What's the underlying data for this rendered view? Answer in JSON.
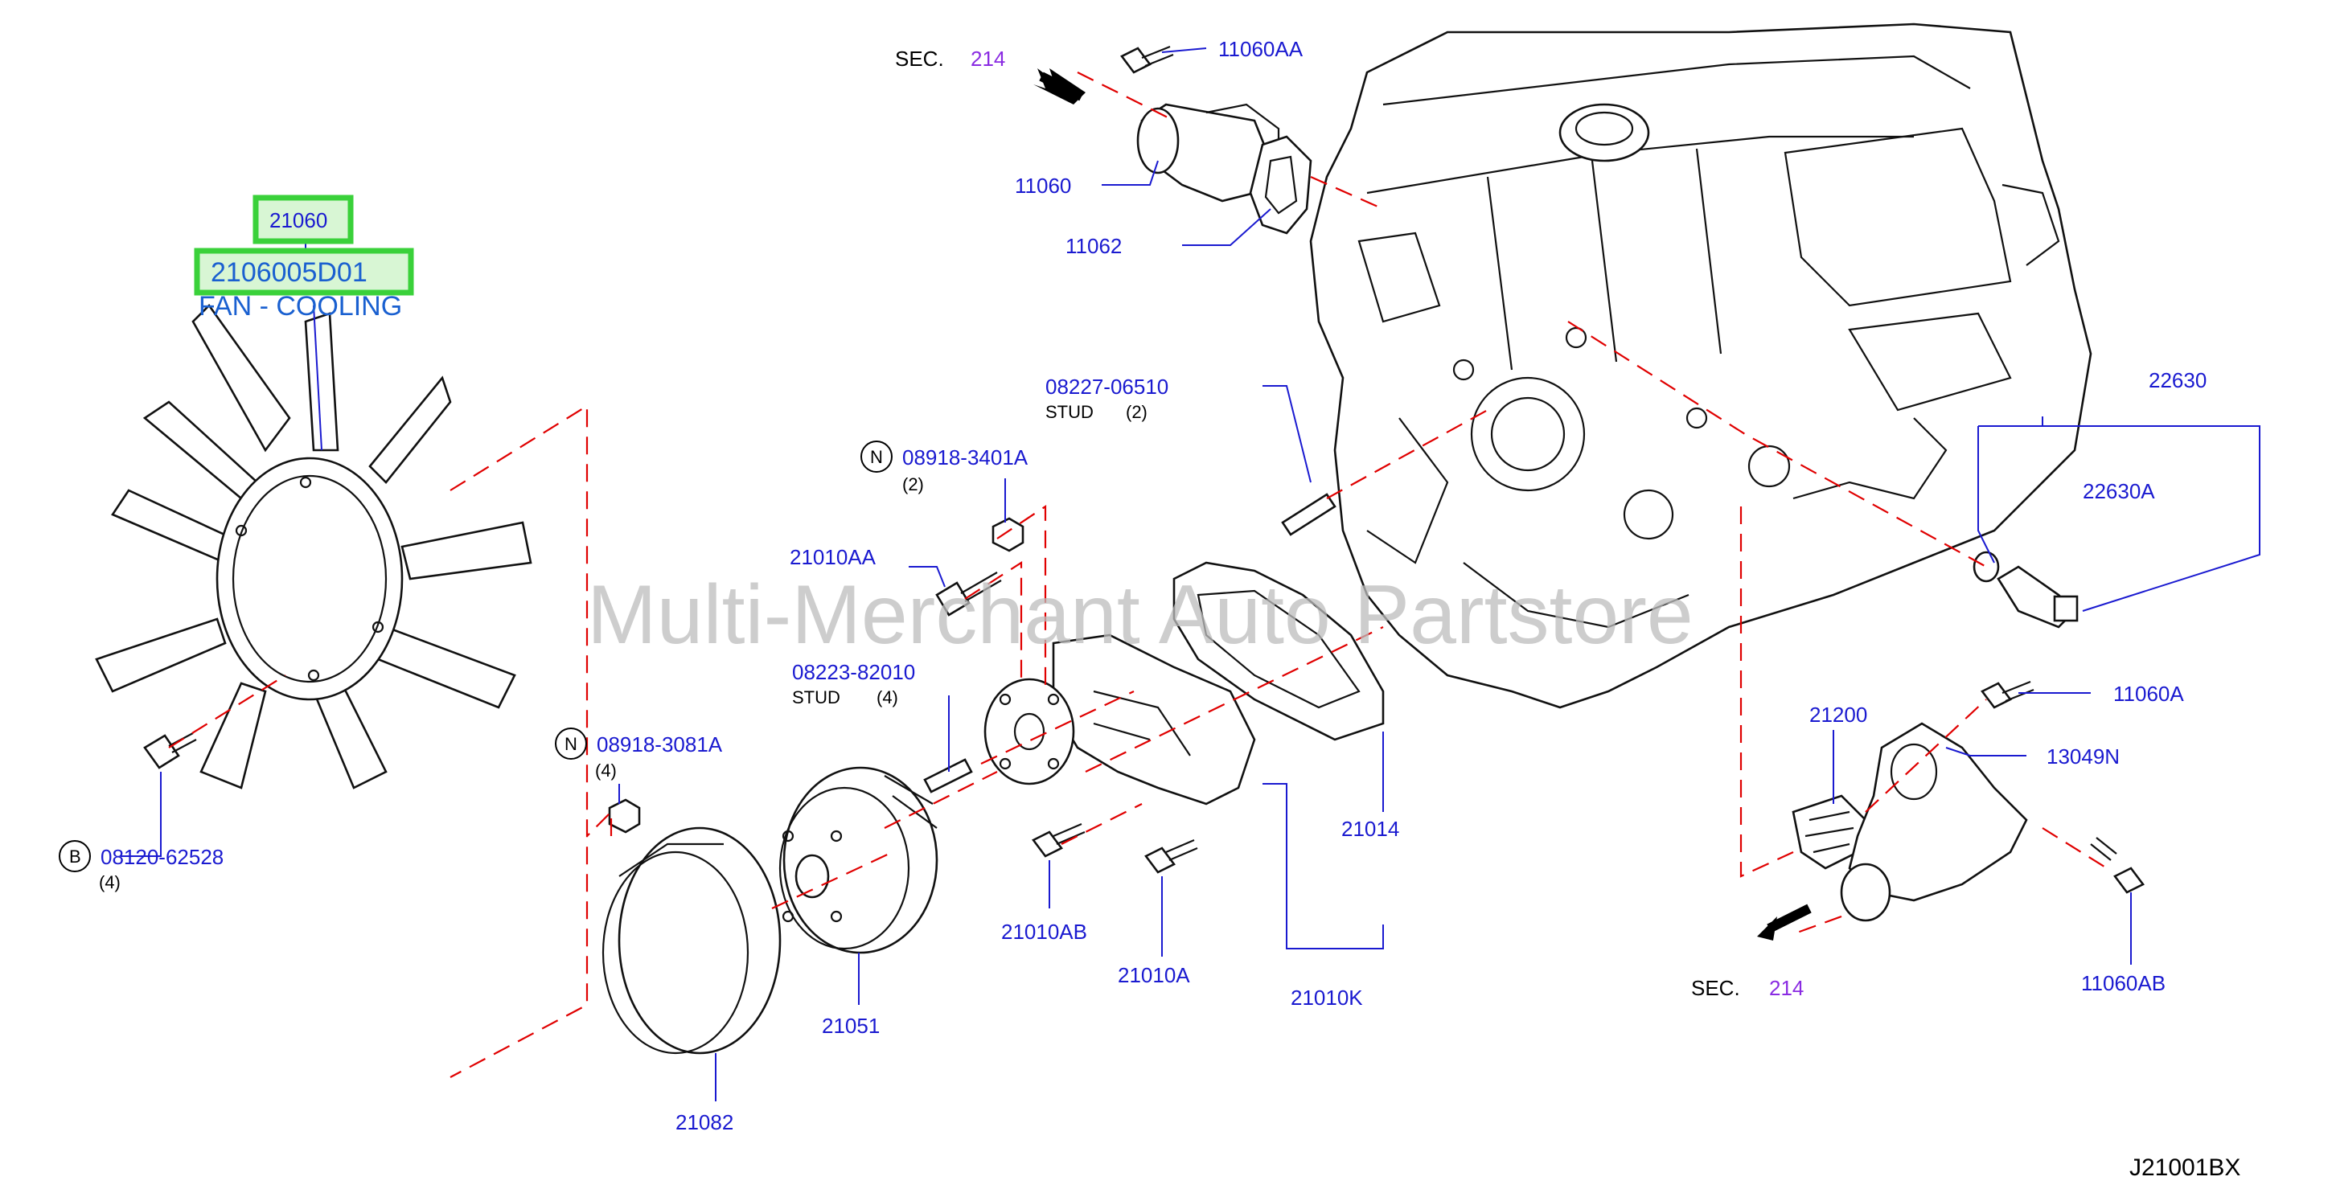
{
  "highlight": {
    "callout": "21060",
    "part_number": "2106005D01",
    "description": "FAN - COOLING"
  },
  "watermark": "Multi-Merchant Auto Partstore",
  "diagram_code": "J21001BX",
  "sec_references": [
    {
      "prefix": "SEC.",
      "number": "214"
    },
    {
      "prefix": "SEC.",
      "number": "214"
    }
  ],
  "callouts": {
    "c11060AA": "11060AA",
    "c11060": "11060",
    "c11062": "11062",
    "c08227": "08227-06510",
    "c08227_note": "STUD",
    "c08227_qty": "(2)",
    "c08918_3401A": "08918-3401A",
    "c08918_3401A_qty": "(2)",
    "c21010AA": "21010AA",
    "c08223": "08223-82010",
    "c08223_note": "STUD",
    "c08223_qty": "(4)",
    "c08918_3081A": "08918-3081A",
    "c08918_3081A_qty": "(4)",
    "c08120": "08120-62528",
    "c08120_qty": "(4)",
    "c21010AB": "21010AB",
    "c21010A": "21010A",
    "c21014": "21014",
    "c21010K": "21010K",
    "c21051": "21051",
    "c21082": "21082",
    "c22630": "22630",
    "c22630A": "22630A",
    "c21200": "21200",
    "c11060A": "11060A",
    "c13049N": "13049N",
    "c11060AB": "11060AB"
  },
  "symbols": {
    "n1": "N",
    "n2": "N",
    "b1": "B"
  }
}
